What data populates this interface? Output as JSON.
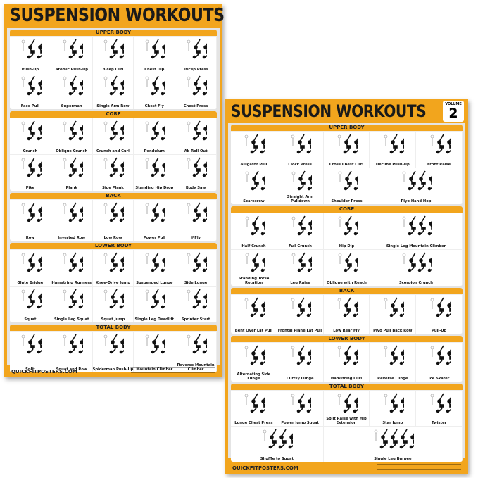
{
  "accent_color": "#f2a51d",
  "poster1": {
    "title": "SUSPENSION WORKOUTS",
    "footer": "QUICKFITPOSTERS.COM",
    "sections": [
      {
        "name": "UPPER BODY",
        "rows": [
          [
            "Push-Up",
            "Atomic Push-Up",
            "Bicep Curl",
            "Chest Dip",
            "Tricep Press"
          ],
          [
            "Face Pull",
            "Superman",
            "Single Arm Row",
            "Chest Fly",
            "Chest Press"
          ]
        ]
      },
      {
        "name": "CORE",
        "rows": [
          [
            "Crunch",
            "Oblique Crunch",
            "Crunch and Curl",
            "Pendulum",
            "Ab Roll Out"
          ],
          [
            "Pike",
            "Plank",
            "Side Plank",
            "Standing Hip Drop",
            "Body Saw"
          ]
        ]
      },
      {
        "name": "BACK",
        "rows": [
          [
            "Row",
            "Inverted Row",
            "Low Row",
            "Power Pull",
            "Y-Fly"
          ]
        ]
      },
      {
        "name": "LOWER BODY",
        "rows": [
          [
            "Glute Bridge",
            "Hamstring Runners",
            "Knee-Drive Jump",
            "Suspended Lunge",
            "Side Lunge"
          ],
          [
            "Squat",
            "Single Leg Squat",
            "Squat Jump",
            "Single Leg Deadlift",
            "Sprinter Start"
          ]
        ]
      },
      {
        "name": "TOTAL BODY",
        "rows": [
          [
            "Split",
            "Squat and Row",
            "Spiderman Push-Up",
            "Mountain Climber",
            "Reverse Mountain Climber"
          ]
        ]
      }
    ]
  },
  "poster2": {
    "title": "SUSPENSION WORKOUTS",
    "volume_label": "VOLUME",
    "volume_number": "2",
    "footer": "QUICKFITPOSTERS.COM",
    "sections": [
      {
        "name": "UPPER BODY",
        "rows": [
          [
            "Alligator Pull",
            "Clock Press",
            "Cross Chest Curl",
            "Decline Push-Up",
            "Front Raise"
          ],
          [
            "Scarecrow",
            "Straight Arm Pulldown",
            "Shoulder Press",
            "Plyo Hand Hop"
          ]
        ]
      },
      {
        "name": "CORE",
        "rows": [
          [
            "Half Crunch",
            "Full Crunch",
            "Hip Dip",
            "Single Leg Mountain Climber"
          ],
          [
            "Standing Torso Rotation",
            "Leg Raise",
            "Oblique with Reach",
            "Scorpion Crunch"
          ]
        ]
      },
      {
        "name": "BACK",
        "rows": [
          [
            "Bent Over Lat Pull",
            "Frontal Plane Lat Pull",
            "Low Rear Fly",
            "Plyo Pull Back Row",
            "Pull-Up"
          ]
        ]
      },
      {
        "name": "LOWER BODY",
        "rows": [
          [
            "Alternating Side Lunge",
            "Curtsy Lunge",
            "Hamstring Curl",
            "Reverse Lunge",
            "Ice Skater"
          ]
        ]
      },
      {
        "name": "TOTAL BODY",
        "rows": [
          [
            "Lunge Chest Press",
            "Power Jump Squat",
            "Split Raise with Hip Extension",
            "Star Jump",
            "Twister"
          ],
          [
            "Shuffle to Squat",
            "Single Leg Burpee"
          ]
        ]
      }
    ]
  }
}
